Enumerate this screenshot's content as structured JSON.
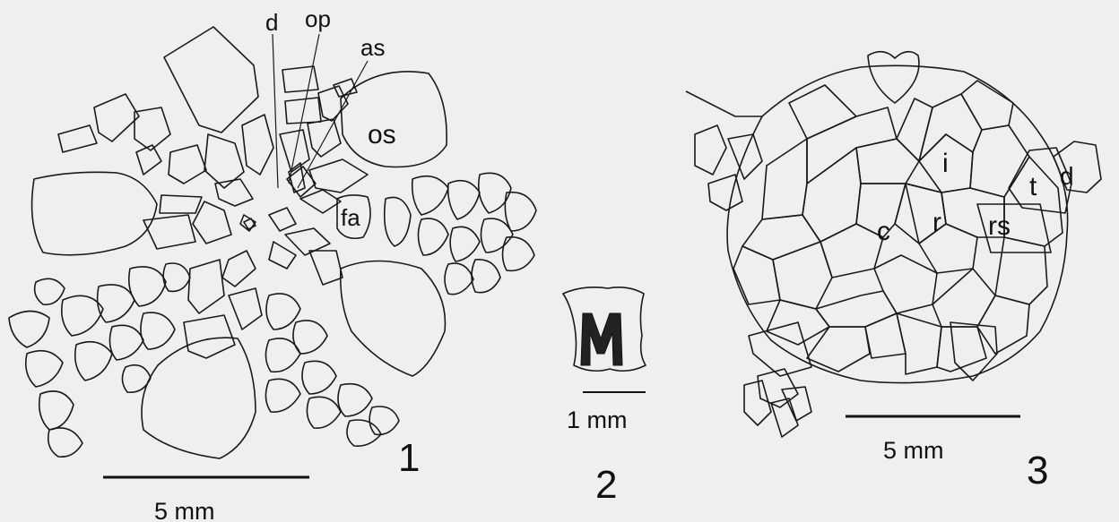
{
  "figure1": {
    "number": "1",
    "scale": "5  mm",
    "labels": {
      "d": "d",
      "op": "op",
      "as": "as",
      "os": "os",
      "fa": "fa"
    }
  },
  "figure2": {
    "number": "2",
    "scale": "1 mm",
    "glyph": "M"
  },
  "figure3": {
    "number": "3",
    "scale": "5  mm",
    "labels": {
      "i": "i",
      "c": "c",
      "r": "r",
      "rs": "rs",
      "t": "t",
      "d": "d"
    }
  }
}
